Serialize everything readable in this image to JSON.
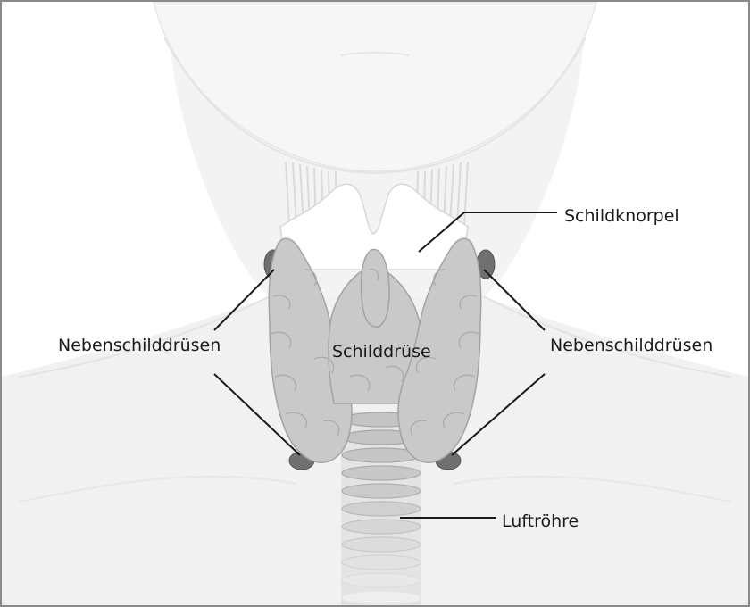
{
  "figure": {
    "labels": {
      "thyroid_cartilage": "Schildknorpel",
      "parathyroid_left": "Nebenschilddrüsen",
      "parathyroid_right": "Nebenschilddrüsen",
      "thyroid_gland": "Schilddrüse",
      "trachea": "Luftröhre"
    },
    "colors": {
      "skin": "#f0f0f0",
      "skin_outline": "#e2e2e2",
      "gland": "#c9c9c9",
      "gland_outline": "#a6a6a6",
      "parathyroid": "#6e6e6e",
      "trachea": "#b4b4b4",
      "leader_line": "#1a1a1a"
    }
  }
}
